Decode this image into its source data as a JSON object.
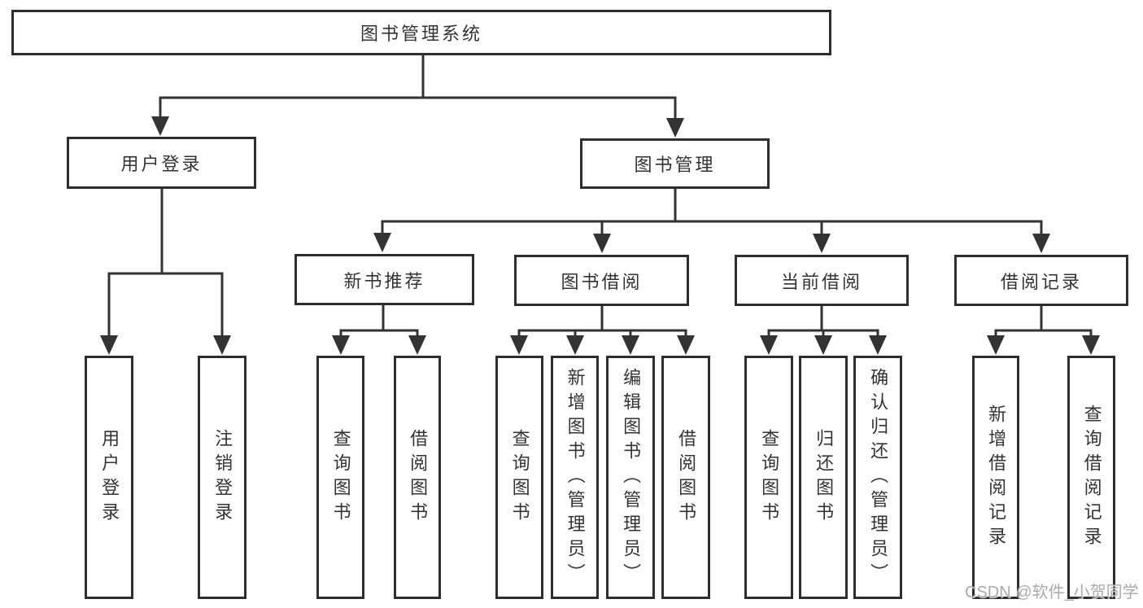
{
  "root": "图书管理系统",
  "level2": [
    {
      "label": "用户登录",
      "children": [
        "用户登录",
        "注销登录"
      ]
    },
    {
      "label": "图书管理",
      "children": [
        {
          "label": "新书推荐",
          "children": [
            "查询图书",
            "借阅图书"
          ]
        },
        {
          "label": "图书借阅",
          "children": [
            "查询图书",
            "新增图书（管理员）",
            "编辑图书（管理员）",
            "借阅图书"
          ]
        },
        {
          "label": "当前借阅",
          "children": [
            "查询图书",
            "归还图书",
            "确认归还（管理员）"
          ]
        },
        {
          "label": "借阅记录",
          "children": [
            "新增借阅记录",
            "查询借阅记录"
          ]
        }
      ]
    }
  ],
  "watermark": "CSDN @软件_小贺同学"
}
